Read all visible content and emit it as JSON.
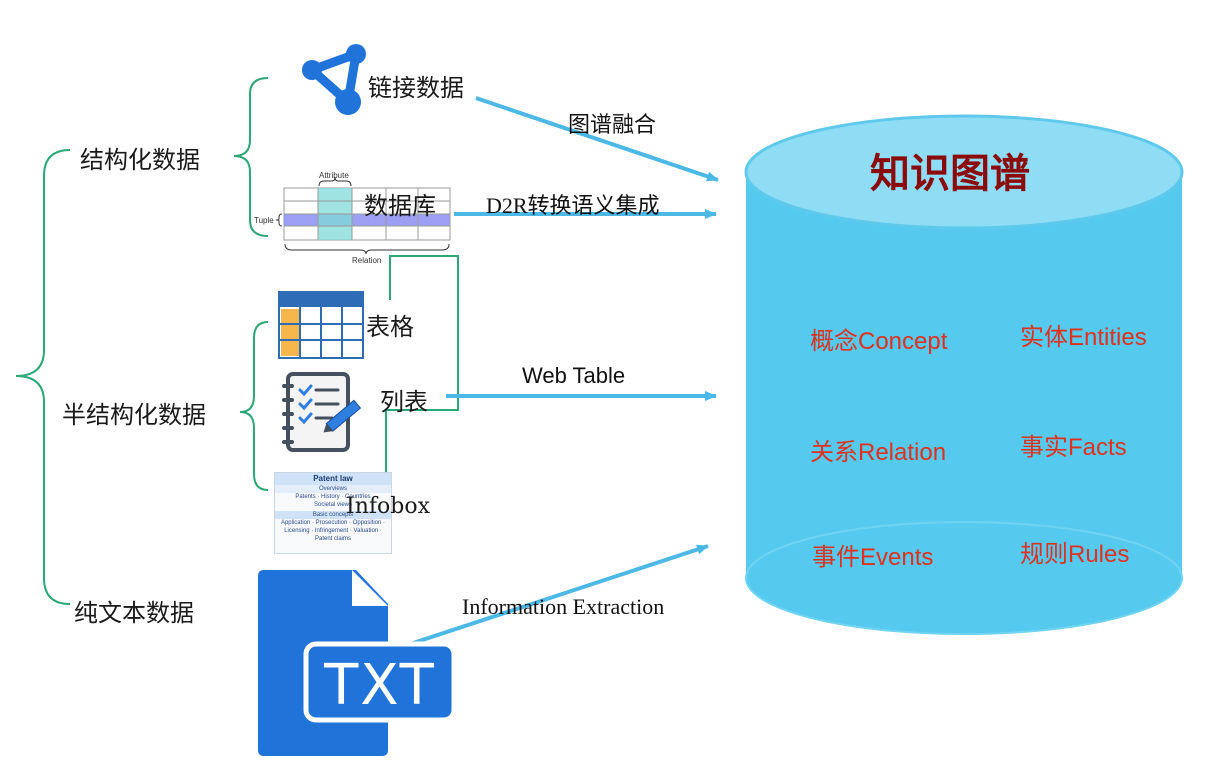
{
  "categories": {
    "structured": "结构化数据",
    "semi_structured": "半结构化数据",
    "plain_text": "纯文本数据"
  },
  "sources": {
    "linked_data": "链接数据",
    "database": "数据库",
    "table": "表格",
    "list": "列表",
    "infobox": "Infobox",
    "db_attribute": "Attribute",
    "db_tuple": "Tuple",
    "db_relation": "Relation",
    "txt": "TXT"
  },
  "infobox_thumbnail": {
    "title": "Patent law",
    "section1": "Overviews",
    "row1": "Patents · History · Countries",
    "row2": "Societal views",
    "section2": "Basic concepts",
    "row3": "Application · Prosecution · Opposition ·",
    "row4": "Licensing · Infringement · Valuation ·",
    "row5": "Patent claims"
  },
  "flows": {
    "graph_fusion": "图谱融合",
    "d2r": "D2R转换语义集成",
    "web_table": "Web Table",
    "info_extraction": "Information Extraction"
  },
  "knowledge_graph": {
    "title": "知识图谱",
    "items": {
      "concept": "概念Concept",
      "entities": "实体Entities",
      "relation": "关系Relation",
      "facts": "事实Facts",
      "events": "事件Events",
      "rules": "规则Rules"
    }
  },
  "colors": {
    "brace": "#2aa876",
    "arrow": "#4cb8e6",
    "cylinder_body": "#55c9ee",
    "cylinder_top": "#8fdcf5",
    "kg_title": "#8b0a0a",
    "kg_item": "#e0301e",
    "icon_blue": "#1f73d9"
  }
}
